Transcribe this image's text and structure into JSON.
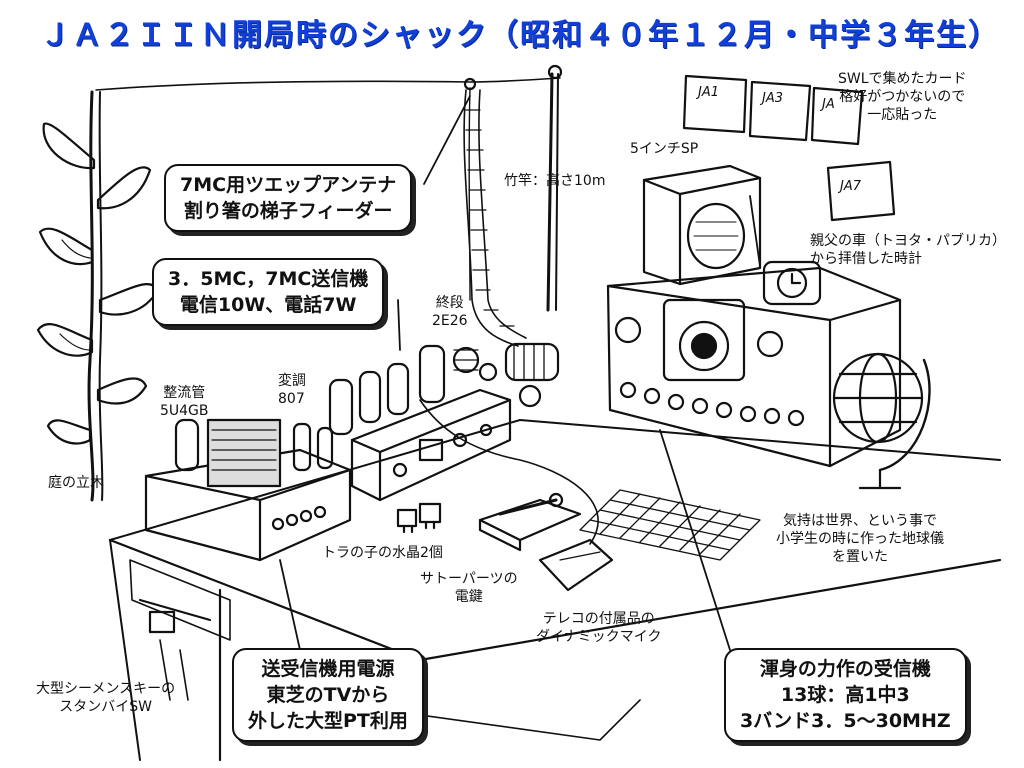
{
  "title": "ＪＡ２ＩＩＮ開局時のシャック（昭和４０年１２月・中学３年生）",
  "callouts": {
    "antenna": [
      "7MC用ツエップアンテナ",
      "割り箸の梯子フィーダー"
    ],
    "transmitter": [
      "3．5MC，7MC送信機",
      "電信10W、電話7W"
    ],
    "power": [
      "送受信機用電源",
      "東芝のTVから",
      "外した大型PT利用"
    ],
    "receiver": [
      "渾身の力作の受信機",
      "13球：高1中3",
      "3バンド3．5～30MHZ"
    ]
  },
  "labels": {
    "swl": [
      "SWLで集めたカード",
      "格好がつかないので",
      "一応貼った"
    ],
    "speaker": "5インチSP",
    "bamboo": "竹竿：高さ10m",
    "clock": [
      "親父の車（トヨタ・パブリカ）",
      "から拝借した時計"
    ],
    "final": [
      "終段",
      "2E26"
    ],
    "modulator": [
      "変調",
      "807"
    ],
    "rectifier": [
      "整流管",
      "5U4GB"
    ],
    "tree": "庭の立木",
    "globe": [
      "気持は世界、という事で",
      "小学生の時に作った地球儀",
      "を置いた"
    ],
    "crystal": "トラの子の水晶2個",
    "key": [
      "サトーパーツの",
      "電鍵"
    ],
    "mic": [
      "テレコの付属品の",
      "ダイナミックマイク"
    ],
    "standby": [
      "大型シーメンスキーの",
      "スタンバイSW"
    ]
  },
  "qsl_cards": [
    "JA1",
    "JA3",
    "JA",
    "JA7"
  ]
}
